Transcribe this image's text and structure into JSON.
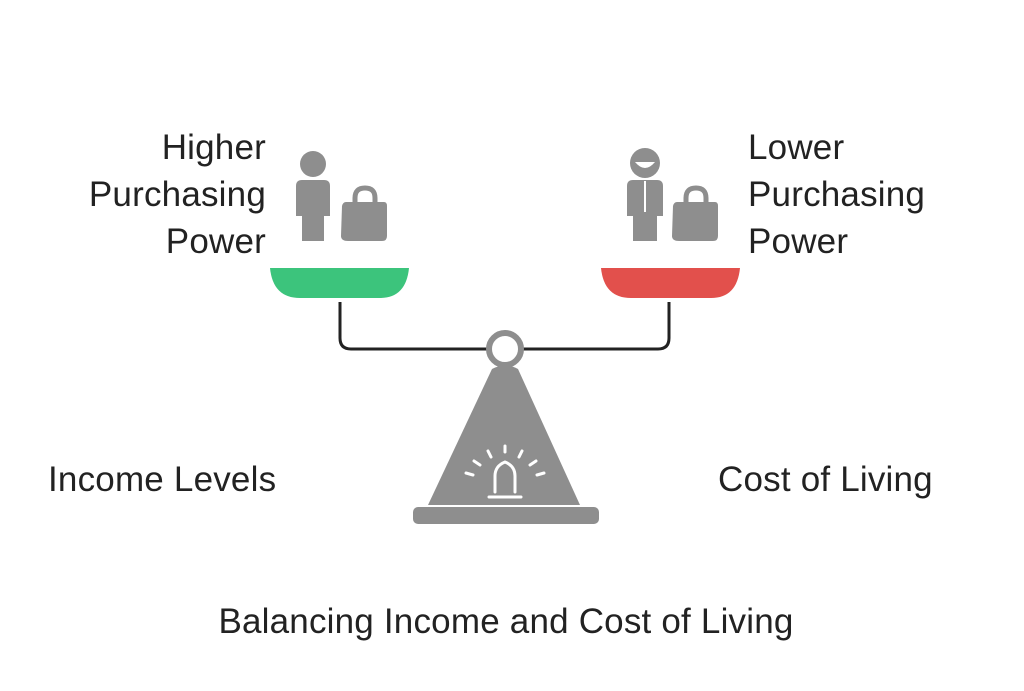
{
  "left_side": {
    "label_lines": [
      "Higher",
      "Purchasing",
      "Power"
    ],
    "category": "Income Levels",
    "pan_color": "#3cc47c"
  },
  "right_side": {
    "label_lines": [
      "Lower",
      "Purchasing",
      "Power"
    ],
    "category": "Cost of Living",
    "pan_color": "#e2504c"
  },
  "caption": "Balancing Income and Cost of Living",
  "icons": {
    "left_person": "person-icon",
    "left_bag": "shopping-bag-icon",
    "right_person": "businessman-icon",
    "right_bag": "shopping-bag-icon",
    "base_light": "alarm-light-icon"
  },
  "colors": {
    "icon_gray": "#8e8e8e",
    "beam": "#222222",
    "text": "#222222"
  }
}
